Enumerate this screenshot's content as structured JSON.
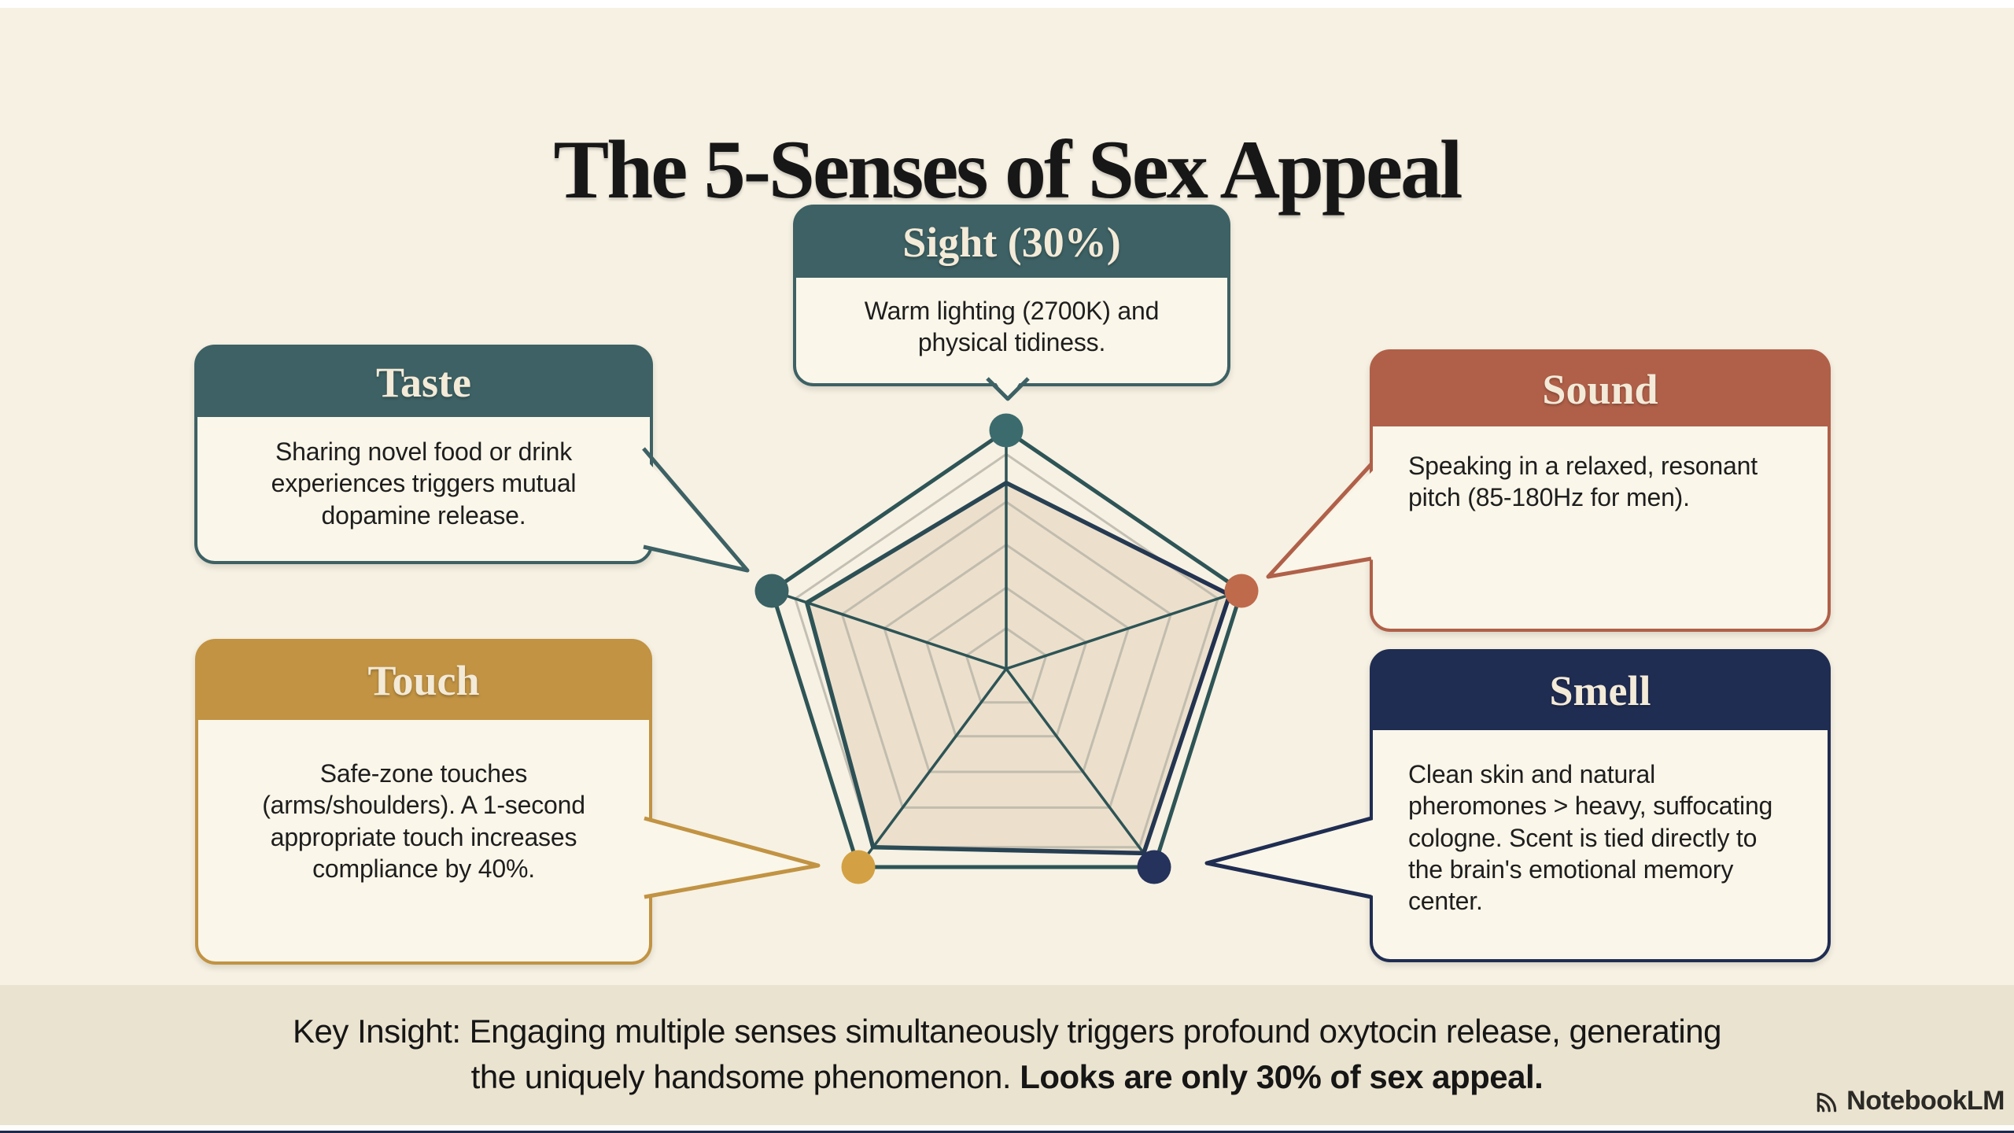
{
  "title": "The 5-Senses of Sex Appeal",
  "senses": [
    {
      "key": "sight",
      "label": "Sight (30%)",
      "desc": "Warm lighting (2700K) and physical tidiness.",
      "color": "#3d6164",
      "dot": "#3c6b6d",
      "value": 0.78
    },
    {
      "key": "sound",
      "label": "Sound",
      "desc": "Speaking in a relaxed, resonant pitch (85-180Hz for men).",
      "color": "#b06049",
      "dot": "#bf6a4b",
      "value": 0.95
    },
    {
      "key": "smell",
      "label": "Smell",
      "desc": "Clean skin and natural pheromones > heavy, suffocating cologne. Scent is tied directly to the brain's emotional memory center.",
      "color": "#202d52",
      "dot": "#25325b",
      "value": 0.93
    },
    {
      "key": "touch",
      "label": "Touch",
      "desc": "Safe-zone touches (arms/shoulders). A 1-second appropriate touch increases compliance by 40%.",
      "color": "#c19343",
      "dot": "#d3a144",
      "value": 0.9
    },
    {
      "key": "taste",
      "label": "Taste",
      "desc": "Sharing novel food or drink experiences triggers mutual dopamine release.",
      "color": "#3d6164",
      "dot": "#3a6163",
      "value": 0.85
    }
  ],
  "key_insight": {
    "line1": "Key Insight: Engaging multiple senses simultaneously triggers profound oxytocin release, generating",
    "line2_normal": "the uniquely handsome phenomenon. ",
    "line2_bold": "Looks are only 30% of sex appeal."
  },
  "footer_brand": "NotebookLM",
  "colors": {
    "background": "#f6f1e3",
    "band": "#eae3d0",
    "box_background": "#faf6e9",
    "radar_grid": "#b7b3a6",
    "radar_outline": "#2e5456",
    "radar_fill": "#ece0cc",
    "title_text": "#171717"
  },
  "chart_data": {
    "type": "radar",
    "categories": [
      "Sight",
      "Sound",
      "Smell",
      "Touch",
      "Taste"
    ],
    "values": [
      0.78,
      0.95,
      0.93,
      0.9,
      0.85
    ],
    "max": 1,
    "grid_rings": [
      0.9,
      0.7,
      0.52,
      0.34,
      0.17
    ],
    "title": "",
    "legend": "none",
    "notes": "pentagon radar; one dot per sense at outer vertex colored per sense"
  }
}
